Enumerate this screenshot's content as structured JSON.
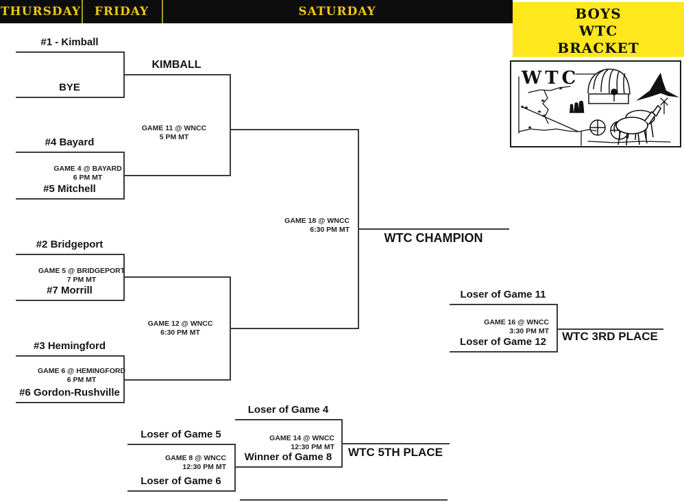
{
  "header": {
    "days": [
      {
        "label": "THURSDAY"
      },
      {
        "label": "FRIDAY"
      },
      {
        "label": "SATURDAY"
      }
    ],
    "title_lines": [
      "BOYS",
      "WTC",
      "BRACKET"
    ]
  },
  "colors": {
    "header_bg": "#0d0d0d",
    "day_text": "#f0c41e",
    "divider": "#b3942c",
    "title_bg": "#ffe71e",
    "title_text": "#101010",
    "bracket_line": "#3a3a3a"
  },
  "logo": {
    "label": "WTC"
  },
  "round1": {
    "m1": {
      "top": "#1 - Kimball",
      "bottom": "BYE",
      "winner": "KIMBALL"
    },
    "m2": {
      "top": "#4 Bayard",
      "bottom": "#5 Mitchell",
      "game": [
        "GAME 4 @ BAYARD",
        "6 PM MT"
      ]
    },
    "m3": {
      "top": "#2 Bridgeport",
      "bottom": "#7 Morrill",
      "game": [
        "GAME 5 @ BRIDGEPORT",
        "7 PM MT"
      ]
    },
    "m4": {
      "top": "#3 Hemingford",
      "bottom": "#6 Gordon-Rushville",
      "game": [
        "GAME 6 @ HEMINGFORD",
        "6 PM MT"
      ]
    }
  },
  "semis": {
    "g11": [
      "GAME 11 @ WNCC",
      "5 PM MT"
    ],
    "g12": [
      "GAME 12 @ WNCC",
      "6:30 PM MT"
    ]
  },
  "final": {
    "game": [
      "GAME 18 @ WNCC",
      "6:30 PM MT"
    ],
    "result": "WTC CHAMPION"
  },
  "third": {
    "top": "Loser of Game 11",
    "bottom": "Loser of Game 12",
    "game": [
      "GAME 16 @ WNCC",
      "3:30 PM MT"
    ],
    "result": "WTC 3RD PLACE"
  },
  "fifth": {
    "top": "Loser of Game 4",
    "bottom": "Winner of Game 8",
    "game": [
      "GAME 14 @ WNCC",
      "12:30 PM MT"
    ],
    "result": "WTC 5TH PLACE"
  },
  "g8": {
    "top": "Loser of Game 5",
    "bottom": "Loser of Game 6",
    "game": [
      "GAME 8 @ WNCC",
      "12:30 PM MT"
    ]
  }
}
